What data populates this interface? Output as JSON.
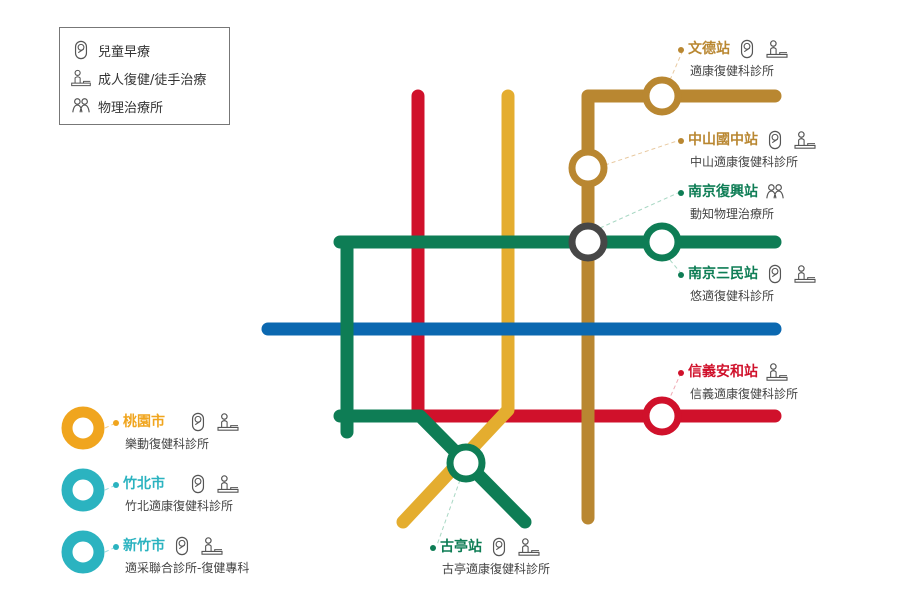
{
  "colors": {
    "red": "#d0112b",
    "yellow": "#e4ad2f",
    "gold": "#b98731",
    "green": "#0e7d55",
    "blue": "#0b68b0",
    "hub": "#474747",
    "orange": "#f0a51e",
    "teal": "#2bb3c0"
  },
  "legend": [
    {
      "icon": "baby-icon",
      "label": "兒童早療"
    },
    {
      "icon": "rehab-icon",
      "label": "成人復健/徒手治療"
    },
    {
      "icon": "physio-icon",
      "label": "物理治療所"
    }
  ],
  "stations": [
    {
      "name": "文德站",
      "clinic": "適康復健科診所",
      "icons": [
        "baby-icon",
        "rehab-icon"
      ]
    },
    {
      "name": "中山國中站",
      "clinic": "中山適康復健科診所",
      "icons": [
        "baby-icon",
        "rehab-icon"
      ]
    },
    {
      "name": "南京復興站",
      "clinic": "動知物理治療所",
      "icons": [
        "physio-icon"
      ]
    },
    {
      "name": "南京三民站",
      "clinic": "悠適復健科診所",
      "icons": [
        "baby-icon",
        "rehab-icon"
      ]
    },
    {
      "name": "信義安和站",
      "clinic": "信義適康復健科診所",
      "icons": [
        "rehab-icon"
      ]
    },
    {
      "name": "古亭站",
      "clinic": "古亭適康復健科診所",
      "icons": [
        "baby-icon",
        "rehab-icon"
      ]
    }
  ],
  "cities": [
    {
      "name": "桃園市",
      "clinic": "樂動復健科診所"
    },
    {
      "name": "竹北市",
      "clinic": "竹北適康復健科診所"
    },
    {
      "name": "新竹市",
      "clinic": "適采聯合診所-復健專科"
    }
  ]
}
